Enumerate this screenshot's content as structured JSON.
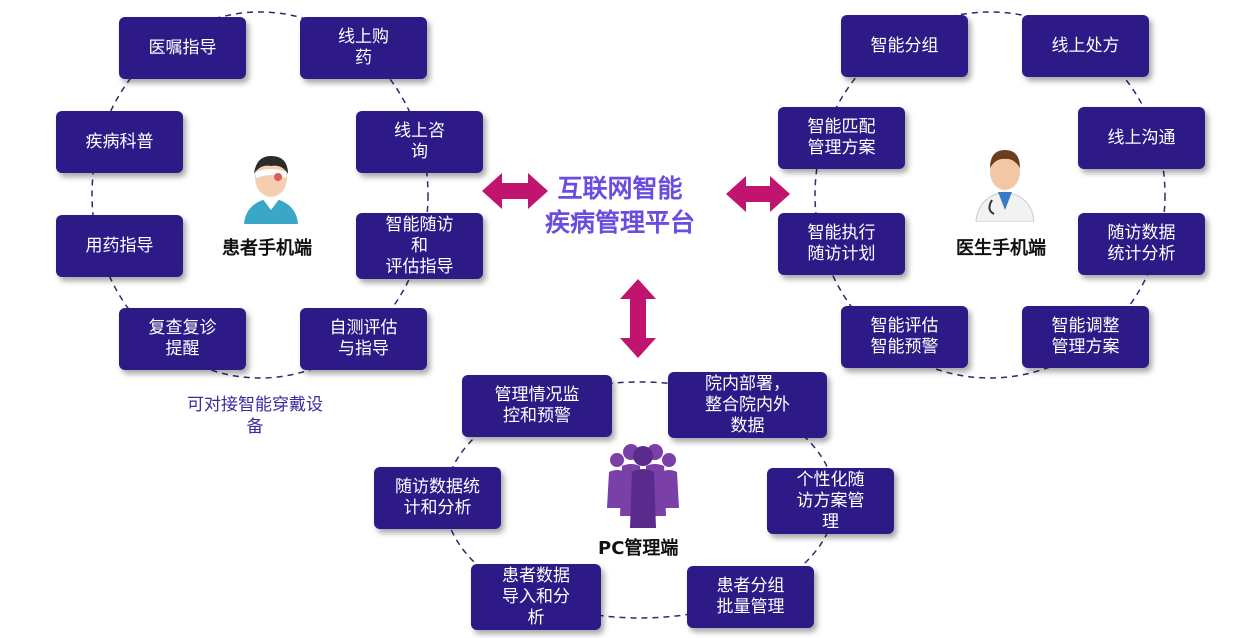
{
  "center": {
    "line1": "互联网智能",
    "line2": "疾病管理平台"
  },
  "patient": {
    "label": "患者手机端",
    "note": "可对接智能穿戴设\n备",
    "nodes": [
      "医嘱指导",
      "线上购\n药",
      "疾病科普",
      "线上咨\n询",
      "用药指导",
      "智能随访\n和\n评估指导",
      "复查复诊\n提醒",
      "自测评估\n与指导"
    ]
  },
  "doctor": {
    "label": "医生手机端",
    "nodes": [
      "智能分组",
      "线上处方",
      "智能匹配\n管理方案",
      "线上沟通",
      "智能执行\n随访计划",
      "随访数据\n统计分析",
      "智能评估\n智能预警",
      "智能调整\n管理方案"
    ]
  },
  "pc": {
    "label": "PC管理端",
    "nodes": [
      "管理情况监\n控和预警",
      "院内部署，\n整合院内外\n数据",
      "随访数据统\n计和分析",
      "个性化随\n访方案管\n理",
      "患者数据\n导入和分\n析",
      "患者分组\n批量管理"
    ]
  },
  "colors": {
    "node": "#2e1a87",
    "arrow": "#c0146e",
    "title": "#6a4de0",
    "ring": "#2e2a6e"
  }
}
